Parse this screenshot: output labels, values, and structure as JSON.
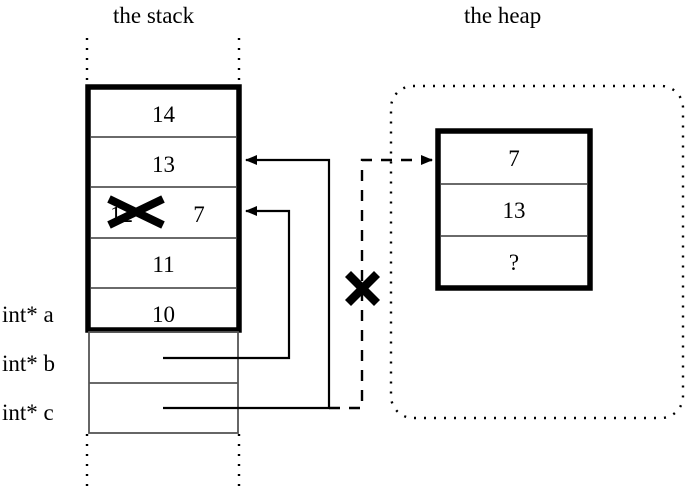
{
  "diagram": {
    "title_stack": "the stack",
    "title_heap": "the heap",
    "regions": {
      "stack": {
        "name": "the stack",
        "boundary_style": "dotted-vertical-lines",
        "allocated_frame_cells": [
          {
            "value": "14",
            "pointer_in": false
          },
          {
            "value": "13",
            "pointer_in": true
          },
          {
            "value": "7",
            "old_value": "12",
            "struck_out": true,
            "pointer_in": true
          },
          {
            "value": "11",
            "pointer_in": false
          },
          {
            "value": "10",
            "pointer_in": false
          }
        ],
        "variable_cells": [
          {
            "label": "int* a",
            "value": "",
            "cell_index": 4,
            "points_to": "stack-cell-10"
          },
          {
            "label": "int* b",
            "value": "",
            "points_to": "stack-cell-7"
          },
          {
            "label": "int* c",
            "value": "",
            "points_to": "heap-cell-7",
            "link_severed": true
          }
        ]
      },
      "heap": {
        "name": "the heap",
        "boundary_style": "dotted-rounded-rect",
        "cells": [
          {
            "value": "7",
            "pointer_in": true
          },
          {
            "value": "13",
            "pointer_in": false
          },
          {
            "value": "?",
            "pointer_in": false
          }
        ]
      }
    },
    "annotations": {
      "severed_link_marker": "X",
      "struck_value_marker": "X",
      "struck_value": "12",
      "replacement_value": "7",
      "unknown_value": "?"
    },
    "colors": {
      "stroke": "#000000",
      "background": "#ffffff",
      "thin_rule": "#555555"
    }
  }
}
